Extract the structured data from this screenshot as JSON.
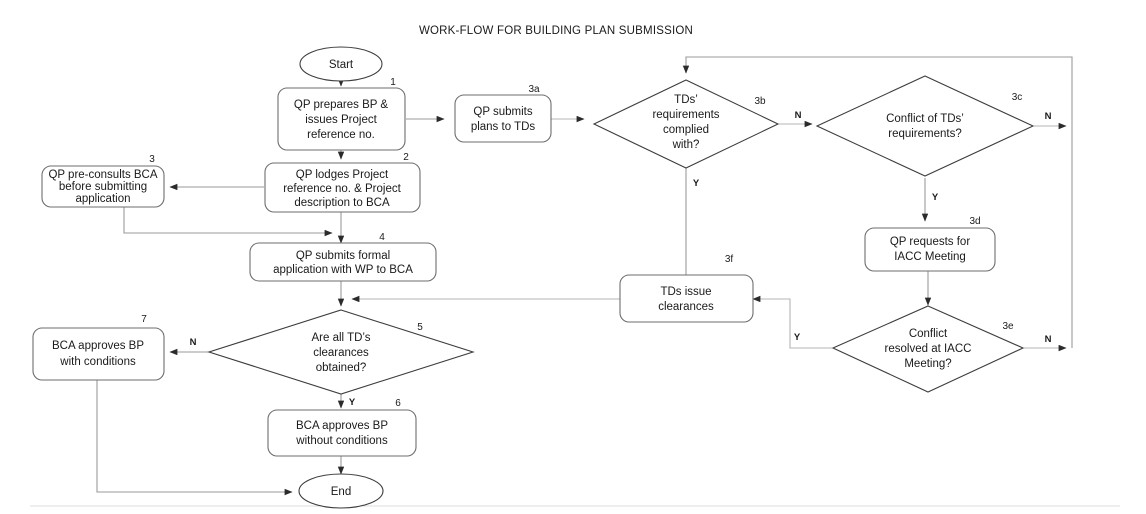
{
  "title": "WORK-FLOW FOR BUILDING PLAN SUBMISSION",
  "nodes": {
    "start": {
      "tag": "",
      "label": "Start",
      "shape": "terminator"
    },
    "n1": {
      "tag": "1",
      "l1": "QP prepares BP &",
      "l2": "issues Project",
      "l3": "reference no.",
      "shape": "process"
    },
    "n2": {
      "tag": "2",
      "l1": "QP lodges Project",
      "l2": "reference no. & Project",
      "l3": "description to BCA",
      "shape": "process"
    },
    "n3": {
      "tag": "3",
      "l1": "QP pre-consults BCA",
      "l2": "before submitting",
      "l3": "application",
      "shape": "process"
    },
    "n4": {
      "tag": "4",
      "l1": "QP submits formal",
      "l2": "application with WP to BCA",
      "shape": "process"
    },
    "n3a": {
      "tag": "3a",
      "l1": "QP submits",
      "l2": "plans to TDs",
      "shape": "process"
    },
    "n3b": {
      "tag": "3b",
      "l1": "TDs’",
      "l2": "requirements",
      "l3": "complied",
      "l4": "with?",
      "shape": "decision"
    },
    "n3c": {
      "tag": "3c",
      "l1": "Conflict of TDs’",
      "l2": "requirements?",
      "shape": "decision"
    },
    "n3d": {
      "tag": "3d",
      "l1": "QP requests for",
      "l2": "IACC Meeting",
      "shape": "process"
    },
    "n3e": {
      "tag": "3e",
      "l1": "Conflict",
      "l2": "resolved at IACC",
      "l3": "Meeting?",
      "shape": "decision"
    },
    "n3f": {
      "tag": "3f",
      "l1": "TDs issue",
      "l2": "clearances",
      "shape": "process"
    },
    "n5": {
      "tag": "5",
      "l1": "Are all TD’s",
      "l2": "clearances",
      "l3": "obtained?",
      "shape": "decision"
    },
    "n6": {
      "tag": "6",
      "l1": "BCA approves BP",
      "l2": "without conditions",
      "shape": "process"
    },
    "n7": {
      "tag": "7",
      "l1": "BCA approves BP",
      "l2": "with conditions",
      "shape": "process"
    },
    "end": {
      "tag": "",
      "label": "End",
      "shape": "terminator"
    }
  },
  "branch_labels": {
    "b3b_n": "N",
    "b3b_y": "Y",
    "b3c_n": "N",
    "b3c_y": "Y",
    "b3e_n": "N",
    "b3e_y": "Y",
    "b5_n": "N",
    "b5_y": "Y"
  },
  "colors": {
    "background": "#ffffff",
    "text": "#1a1a1a",
    "shape_stroke": "#6e6e6e",
    "shape_stroke_dark": "#3d3d3d",
    "edge": "#9a9a9a",
    "edge_light": "#b4b4b4"
  },
  "chart_data": {
    "type": "diagram",
    "title": "WORK-FLOW FOR BUILDING PLAN SUBMISSION",
    "nodes": [
      {
        "id": "start",
        "tag": "",
        "text": "Start",
        "type": "terminator"
      },
      {
        "id": "1",
        "tag": "1",
        "text": "QP prepares BP & issues Project reference no.",
        "type": "process"
      },
      {
        "id": "2",
        "tag": "2",
        "text": "QP lodges Project reference no. & Project description to BCA",
        "type": "process"
      },
      {
        "id": "3",
        "tag": "3",
        "text": "QP pre-consults BCA before submitting application",
        "type": "process"
      },
      {
        "id": "4",
        "tag": "4",
        "text": "QP submits formal application with WP to BCA",
        "type": "process"
      },
      {
        "id": "3a",
        "tag": "3a",
        "text": "QP submits plans to TDs",
        "type": "process"
      },
      {
        "id": "3b",
        "tag": "3b",
        "text": "TDs’ requirements complied with?",
        "type": "decision"
      },
      {
        "id": "3c",
        "tag": "3c",
        "text": "Conflict of TDs’ requirements?",
        "type": "decision"
      },
      {
        "id": "3d",
        "tag": "3d",
        "text": "QP requests for IACC Meeting",
        "type": "process"
      },
      {
        "id": "3e",
        "tag": "3e",
        "text": "Conflict resolved at IACC Meeting?",
        "type": "decision"
      },
      {
        "id": "3f",
        "tag": "3f",
        "text": "TDs issue clearances",
        "type": "process"
      },
      {
        "id": "5",
        "tag": "5",
        "text": "Are all TD’s clearances obtained?",
        "type": "decision"
      },
      {
        "id": "6",
        "tag": "6",
        "text": "BCA approves BP without conditions",
        "type": "process"
      },
      {
        "id": "7",
        "tag": "7",
        "text": "BCA approves BP with conditions",
        "type": "process"
      },
      {
        "id": "end",
        "tag": "",
        "text": "End",
        "type": "terminator"
      }
    ],
    "edges": [
      {
        "from": "start",
        "to": "1",
        "label": ""
      },
      {
        "from": "1",
        "to": "2",
        "label": ""
      },
      {
        "from": "1",
        "to": "3a",
        "label": ""
      },
      {
        "from": "2",
        "to": "3",
        "label": ""
      },
      {
        "from": "3",
        "to": "4",
        "label": ""
      },
      {
        "from": "2",
        "to": "4",
        "label": ""
      },
      {
        "from": "3a",
        "to": "3b",
        "label": ""
      },
      {
        "from": "3b",
        "to": "3c",
        "label": "N"
      },
      {
        "from": "3b",
        "to": "3f",
        "label": "Y"
      },
      {
        "from": "3c",
        "to": "3d",
        "label": "Y"
      },
      {
        "from": "3c",
        "to": "3b",
        "label": "N"
      },
      {
        "from": "3d",
        "to": "3e",
        "label": ""
      },
      {
        "from": "3e",
        "to": "3f",
        "label": "Y"
      },
      {
        "from": "3e",
        "to": "3b",
        "label": "N"
      },
      {
        "from": "3f",
        "to": "5",
        "label": ""
      },
      {
        "from": "4",
        "to": "5",
        "label": ""
      },
      {
        "from": "5",
        "to": "7",
        "label": "N"
      },
      {
        "from": "5",
        "to": "6",
        "label": "Y"
      },
      {
        "from": "6",
        "to": "end",
        "label": ""
      },
      {
        "from": "7",
        "to": "end",
        "label": ""
      }
    ]
  }
}
